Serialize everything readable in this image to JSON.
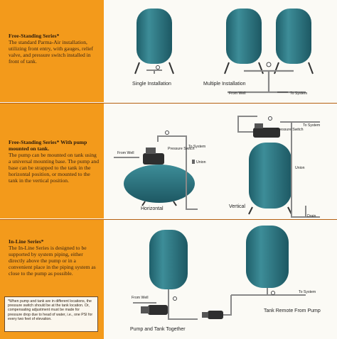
{
  "sections": [
    {
      "title": "Free-Standing Series*",
      "body": "The standard Parma-Air installation, utilizing front entry, with gauges, relief valve, and pressure switch installed in front of tank."
    },
    {
      "title": "Free-Standing Series* With pump mounted on tank.",
      "body": "The pump can be mounted on tank using a universal mounting base. The pump and base can be strapped to the tank in the horizontal position, or mounted to the tank in the vertical position."
    },
    {
      "title": "In-Line Series*",
      "body": "The In-Line Series is designed to be supported by system piping, either directly above the pump or in a convenient place in the piping system as close to the pump as possible."
    }
  ],
  "footnote": "*When pump and tank are in different locations, the pressure switch should be at the tank location. Or, compensating adjustment must be made for pressure drop due to head of water, i.e., one PSI for every two feet of elevation.",
  "diagram_labels": {
    "single_installation": "Single Installation",
    "multiple_installation": "Multiple Installation",
    "from_well_1": "From Well",
    "to_system_1": "To System",
    "from_well_2": "From Well",
    "pressure_switch_2": "Pressure Switch",
    "to_system_2": "To System",
    "union_2": "Union",
    "horizontal": "Horizontal",
    "to_system_3": "To System",
    "pressure_switch_3": "Pressure Switch",
    "union_3": "Union",
    "drain_3": "Drain",
    "vertical": "Vertical",
    "from_well_4": "From Well",
    "to_system_4": "To System",
    "pump_and_tank_together": "Pump and Tank Together",
    "tank_remote_from_pump": "Tank Remote From Pump"
  },
  "colors": {
    "sidebar": "#f39a1b",
    "tank": "#2f7a86",
    "pipe": "#8a8a8a",
    "background": "#fbfaf5"
  }
}
